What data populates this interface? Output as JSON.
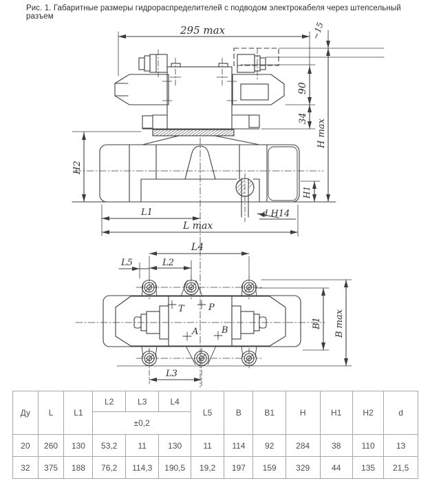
{
  "title": "Рис. 1. Габаритные размеры гидрораспределителей с подводом электрокабеля через штепсельный разъем",
  "drawing": {
    "side_view": {
      "dim_295": "295 max",
      "dim_15": "~15",
      "dim_90": "90",
      "dim_34": "34",
      "h_max": "H max",
      "h2": "H2",
      "h1": "H1",
      "l1": "L1",
      "d_hole": "d H14",
      "l_max": "L max"
    },
    "plan_view": {
      "l4": "L4",
      "l5": "L5",
      "l2": "L2",
      "l3": "L3",
      "b1": "B1",
      "b_max": "B max",
      "port_t": "T",
      "port_p": "P",
      "port_a": "A",
      "port_b": "B"
    },
    "line_color": "#3d3d3d"
  },
  "table": {
    "columns": [
      "Ду",
      "L",
      "L1",
      "L2",
      "L3",
      "L4",
      "L5",
      "B",
      "B1",
      "H",
      "H1",
      "H2",
      "d"
    ],
    "tolerance": "±0,2",
    "rows": [
      [
        "20",
        "260",
        "130",
        "53,2",
        "11",
        "130",
        "11",
        "114",
        "92",
        "284",
        "38",
        "110",
        "13"
      ],
      [
        "32",
        "375",
        "188",
        "76,2",
        "114,3",
        "190,5",
        "19,2",
        "197",
        "159",
        "329",
        "44",
        "135",
        "21,5"
      ]
    ]
  }
}
